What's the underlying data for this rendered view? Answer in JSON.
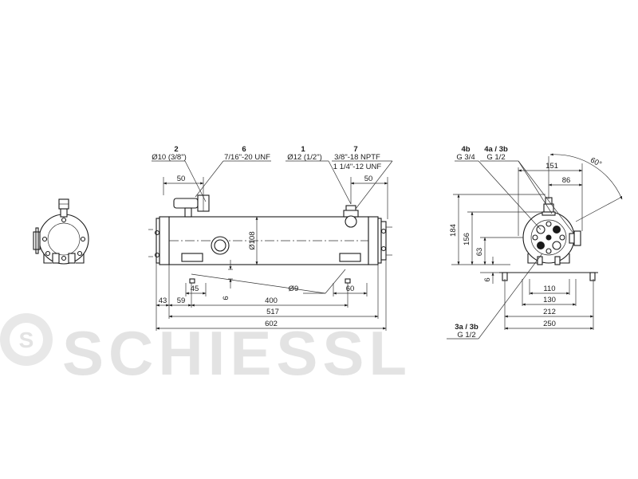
{
  "watermark": {
    "brand": "SCHIESSL",
    "logo_letter": "S"
  },
  "callouts": {
    "c2": {
      "num": "2",
      "spec": "Ø10 (3/8\")"
    },
    "c6": {
      "num": "6",
      "spec": "7/16\"-20 UNF"
    },
    "c1": {
      "num": "1",
      "spec": "Ø12 (1/2\")"
    },
    "c7": {
      "num": "7",
      "spec1": "3/8\"-18 NPTF",
      "spec2": "1 1/4\"-12 UNF"
    },
    "c4b": {
      "num": "4b",
      "spec": "G 3/4"
    },
    "c4a": {
      "num": "4a / 3b",
      "spec": "G 1/2"
    },
    "c3a": {
      "num": "3a / 3b",
      "spec": "G 1/2"
    }
  },
  "dims_front": {
    "d50_left": "50",
    "d50_right": "50",
    "diam": "Ø108",
    "d45": "45",
    "d6": "6",
    "d9": "Ø9",
    "d60": "60",
    "d43": "43",
    "d59": "59",
    "d400": "400",
    "d517": "517",
    "d602": "602"
  },
  "dims_side": {
    "angle": "60°",
    "d151": "151",
    "d86": "86",
    "d184": "184",
    "d156": "156",
    "d63": "63",
    "d6": "6",
    "d110": "110",
    "d130": "130",
    "d212": "212",
    "d250": "250"
  }
}
